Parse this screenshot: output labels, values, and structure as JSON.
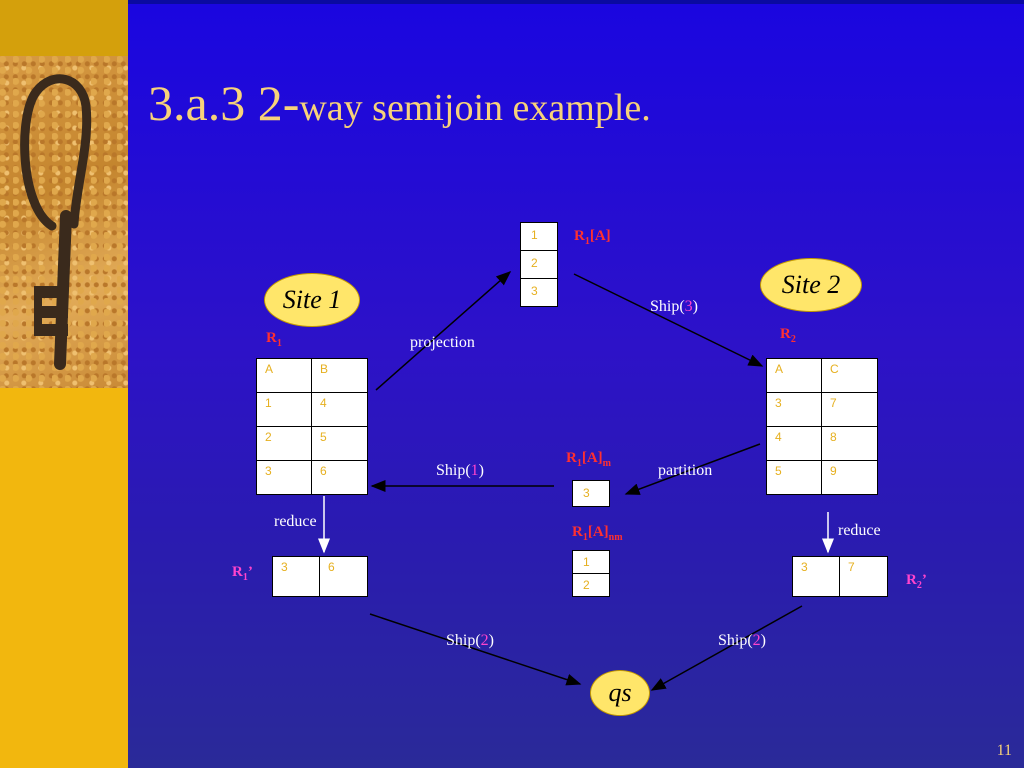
{
  "slide": {
    "title_number": "3.a.3 2-",
    "title_text": "way semijoin example.",
    "page_number": "11"
  },
  "sites": {
    "site1": "Site 1",
    "site2": "Site 2",
    "qs": "qs"
  },
  "relations": {
    "r1_label": "R",
    "r1_sub": "1",
    "r1_cols": [
      "A",
      "B"
    ],
    "r1_rows": [
      [
        "1",
        "4"
      ],
      [
        "2",
        "5"
      ],
      [
        "3",
        "6"
      ]
    ],
    "r2_label": "R",
    "r2_sub": "2",
    "r2_cols": [
      "A",
      "C"
    ],
    "r2_rows": [
      [
        "3",
        "7"
      ],
      [
        "4",
        "8"
      ],
      [
        "5",
        "9"
      ]
    ],
    "r1a_label_main": "R",
    "r1a_label_sub": "1",
    "r1a_label_rest": "[A]",
    "r1a_values": [
      "1",
      "2",
      "3"
    ],
    "r1am_label_main": "R",
    "r1am_label_sub": "1",
    "r1am_label_rest": "[A]",
    "r1am_label_suffix": "m",
    "r1am_values": [
      "3"
    ],
    "r1anm_label_main": "R",
    "r1anm_label_sub": "1",
    "r1anm_label_rest": "[A]",
    "r1anm_label_suffix": "nm",
    "r1anm_values": [
      "1",
      "2"
    ],
    "r1p_label": "R",
    "r1p_sub": "1",
    "r1p_prime": "’",
    "r1p_row": [
      "3",
      "6"
    ],
    "r2p_label": "R",
    "r2p_sub": "2",
    "r2p_prime": "’",
    "r2p_row": [
      "3",
      "7"
    ]
  },
  "edges": {
    "projection": "projection",
    "ship_word": "Ship(",
    "ship_close": ")",
    "ship3": "3",
    "ship1": "1",
    "ship2a": "2",
    "ship2b": "2",
    "partition": "partition",
    "reduce1": "reduce",
    "reduce2": "reduce"
  },
  "colors": {
    "background": "#2a12c8",
    "strip": "#f2b70e",
    "title": "#f7d27a",
    "oval": "#ffe66a",
    "relation_label_red": "#ff3030",
    "relation_label_magenta": "#ff44cc",
    "cell_text": "#e6b020"
  }
}
